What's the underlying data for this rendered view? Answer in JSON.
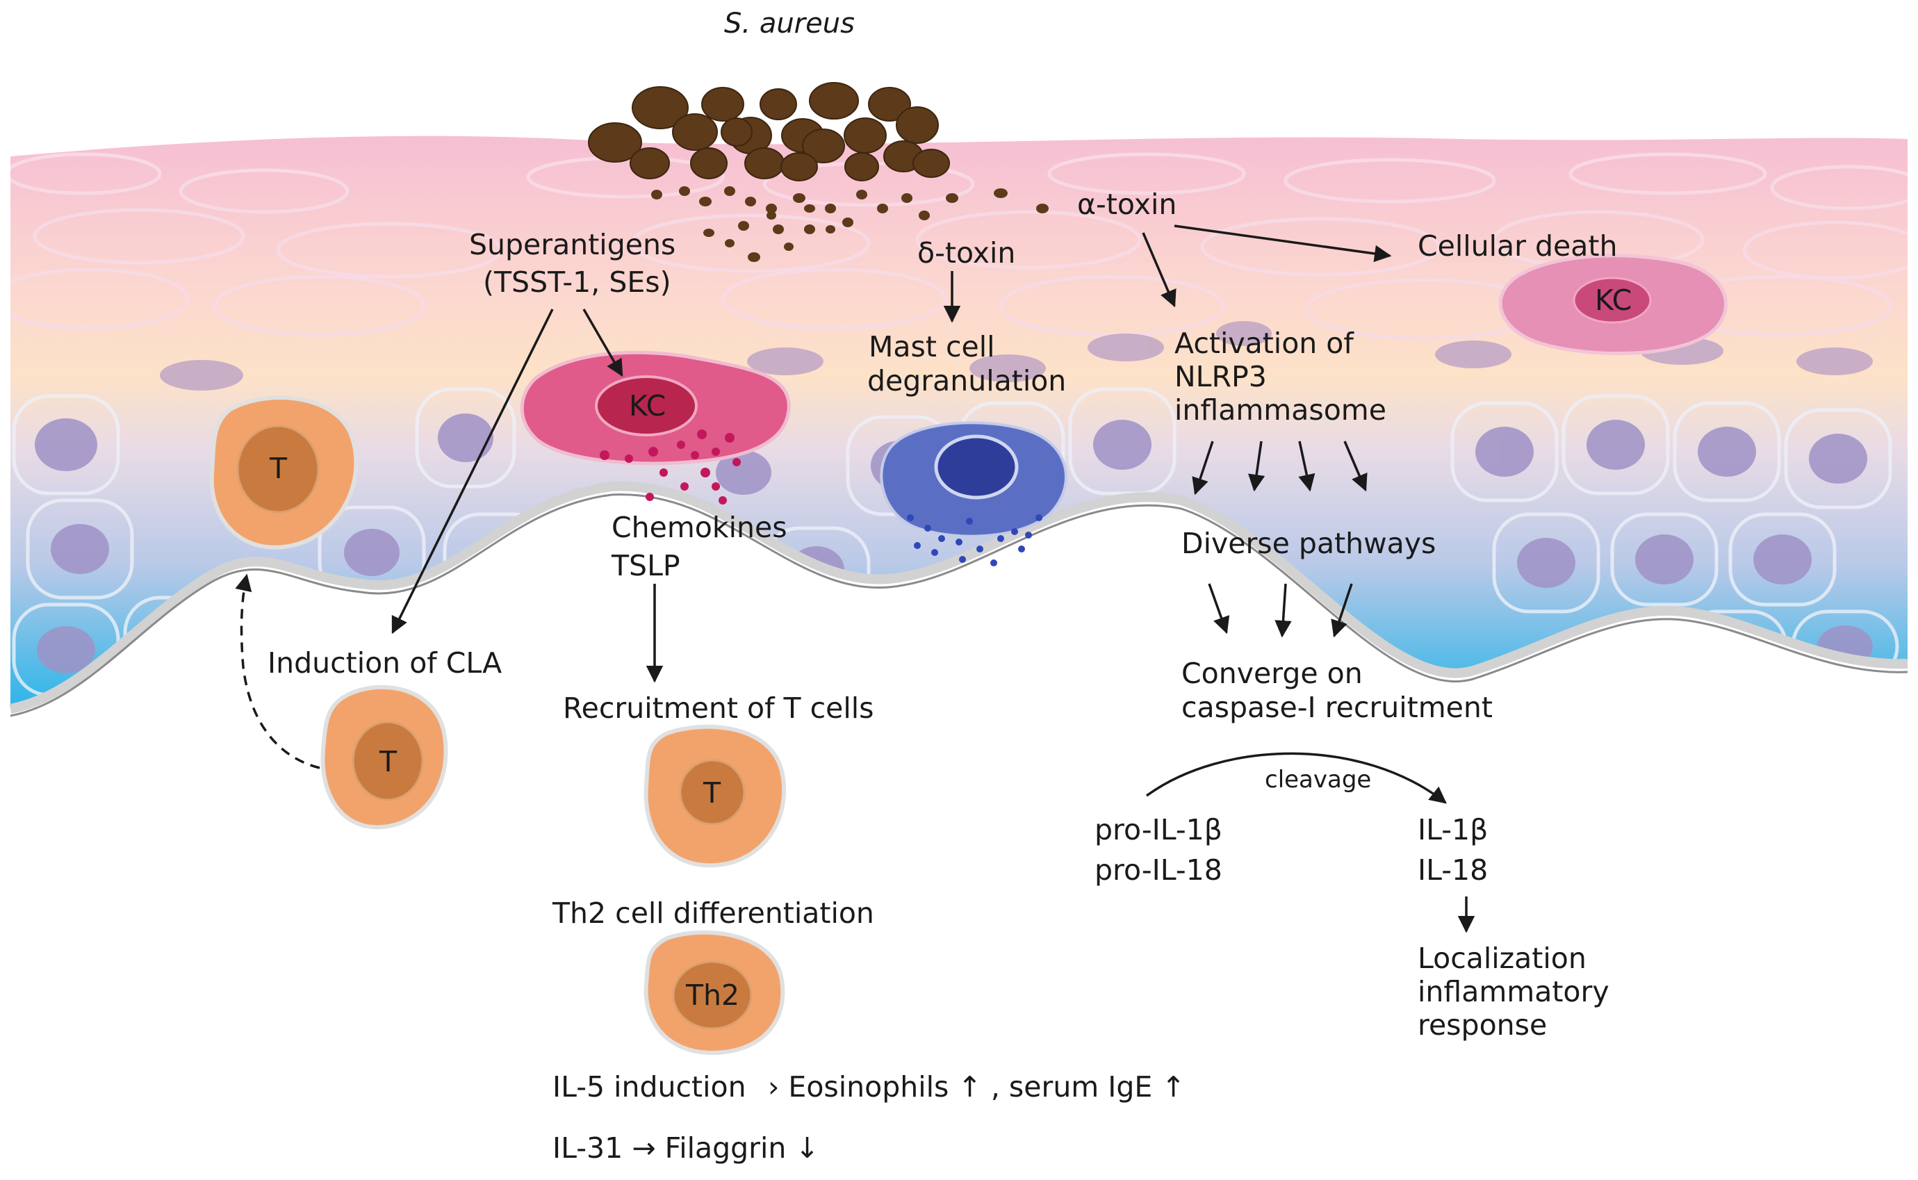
{
  "title": "S. aureus",
  "labels": {
    "superantigens_l1": "Superantigens",
    "superantigens_l2": "(TSST-1, SEs)",
    "delta_toxin": "δ-toxin",
    "alpha_toxin": "α-toxin",
    "cellular_death": "Cellular death",
    "mast_l1": "Mast cell",
    "mast_l2": "degranulation",
    "nlrp3_l1": "Activation of",
    "nlrp3_l2": "NLRP3",
    "nlrp3_l3": "inflammasome",
    "chemokines": "Chemokines",
    "tslp": "TSLP",
    "diverse": "Diverse pathways",
    "induction_cla": "Induction of CLA",
    "recruit_t": "Recruitment of T cells",
    "converge_l1": "Converge on",
    "converge_l2": "caspase-I recruitment",
    "cleavage": "cleavage",
    "pro_il1b": "pro-IL-1β",
    "pro_il18": "pro-IL-18",
    "il1b": "IL-1β",
    "il18": "IL-18",
    "local_l1": "Localization",
    "local_l2": "inflammatory",
    "local_l3": "response",
    "th2_diff": "Th2 cell differentiation",
    "il5": "IL-5 induction",
    "il5_result": "› Eosinophils ↑ ,  serum IgE ↑",
    "il31": "IL-31 → Filaggrin ↓"
  },
  "cells": {
    "kc": "KC",
    "kc_dead": "KC",
    "t": "T",
    "th2": "Th2"
  },
  "colors": {
    "bacteria": "#5c3a1a",
    "kc": "#e05a8a",
    "mast": "#5a6fc4",
    "t_cell": "#f2a36c",
    "membrane": "#cfcfcf"
  }
}
